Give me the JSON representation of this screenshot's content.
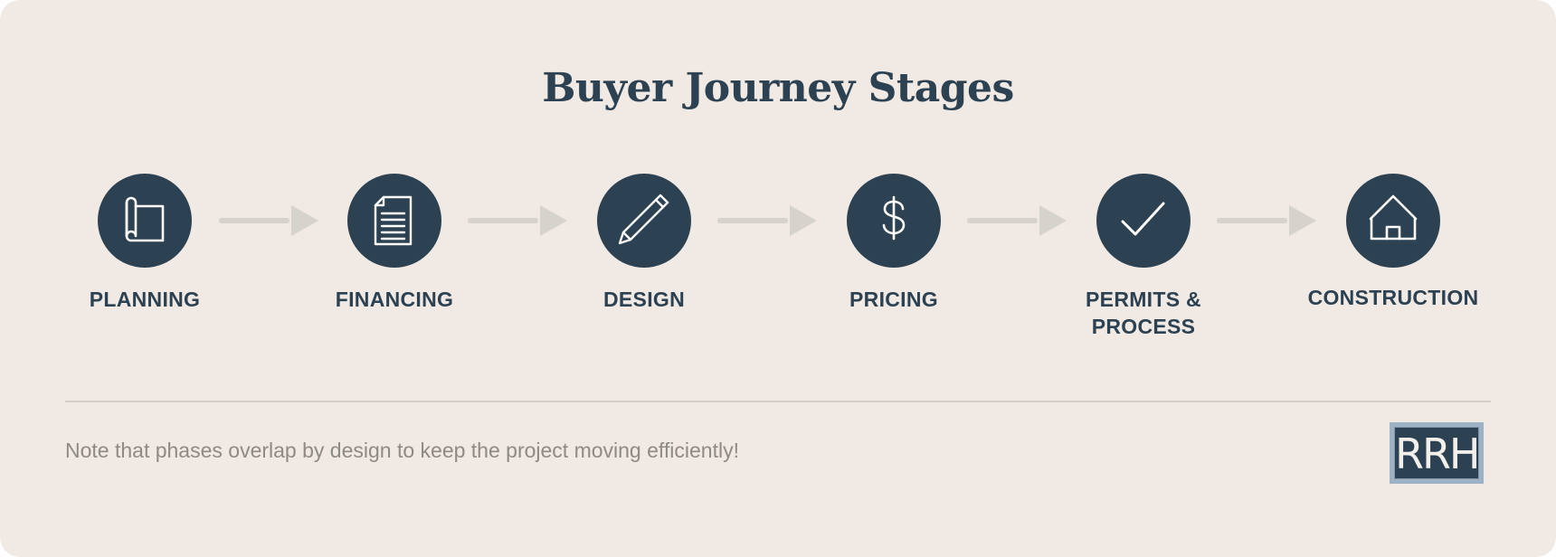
{
  "title": "Buyer Journey Stages",
  "stages": [
    {
      "label": "PLANNING",
      "icon": "blueprint-scroll-icon"
    },
    {
      "label": "FINANCING",
      "icon": "document-icon"
    },
    {
      "label": "DESIGN",
      "icon": "pencil-icon"
    },
    {
      "label": "PRICING",
      "icon": "dollar-sign-icon"
    },
    {
      "label_line1": "PERMITS &",
      "label_line2": "PROCESS",
      "icon": "checkmark-icon"
    },
    {
      "label": "CONSTRUCTION",
      "icon": "house-icon"
    }
  ],
  "note": "Note that phases overlap by design to keep the project moving efficiently!",
  "logo_text": "RRH",
  "colors": {
    "background": "#F0E9E4",
    "primary": "#2C4151",
    "arrow": "#D6D2CC",
    "note_text": "#8E8A86",
    "logo_frame": "#9DB2C5"
  }
}
